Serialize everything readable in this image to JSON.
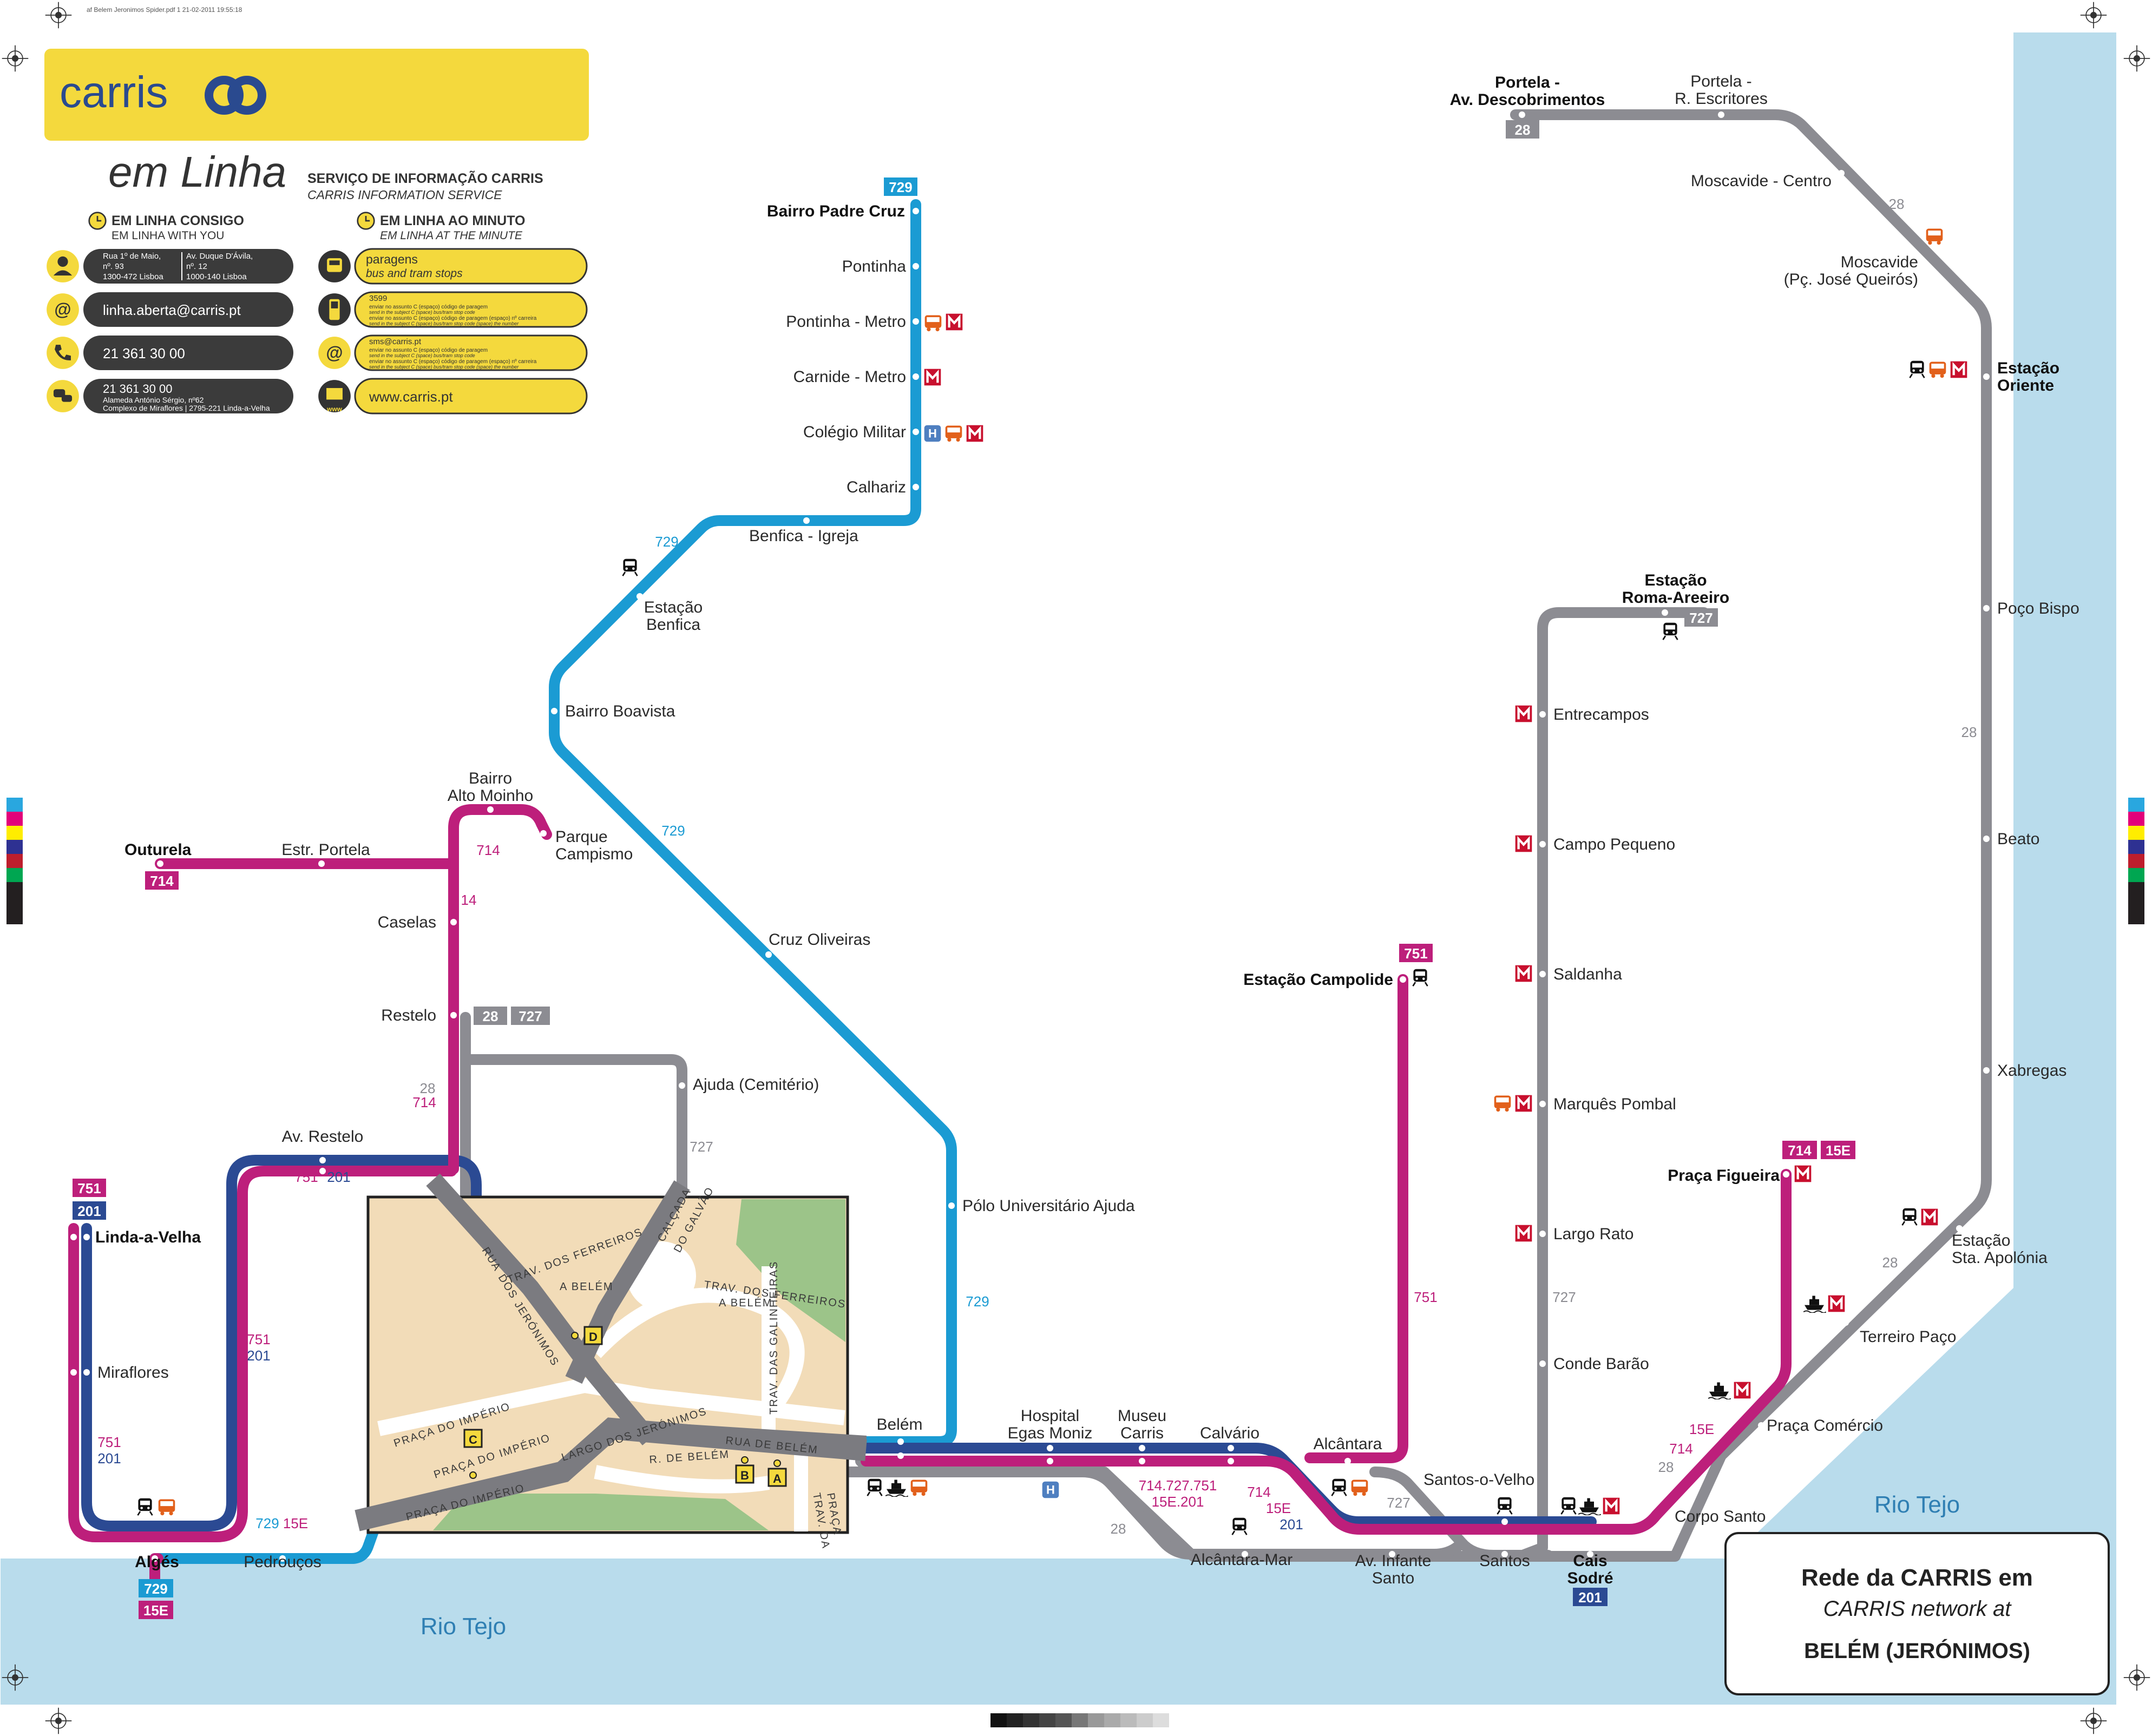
{
  "header_meta": "af Belem Jeronimos Spider.pdf   1   21-02-2011   19:55:18",
  "colors": {
    "water": "#b9dcec",
    "line_729": "#1b9bd3",
    "line_714": "#bd1f7b",
    "line_201": "#2b4a93",
    "line_28": "#8c8c92",
    "brand_yellow": "#f4d93d",
    "brand_blue": "#2a4a8f",
    "inset_bg": "#f2dcb8",
    "inset_green": "#9cc489"
  },
  "brand": {
    "logo": "carris",
    "em_linha_logo": "em Linha",
    "service_title": "SERVIÇO DE INFORMAÇÃO CARRIS",
    "service_subtitle": "CARRIS INFORMATION SERVICE",
    "consigo_title": "EM LINHA CONSIGO",
    "consigo_sub": "EM LINHA WITH YOU",
    "minuto_title": "EM LINHA AO MINUTO",
    "minuto_sub": "EM LINHA AT THE MINUTE",
    "addr1_l1": "Rua 1º de Maio,",
    "addr1_l2": "nº. 93",
    "addr1_l3": "1300-472 Lisboa",
    "addr2_l1": "Av. Duque D'Ávila,",
    "addr2_l2": "nº. 12",
    "addr2_l3": "1000-140 Lisboa",
    "email": "linha.aberta@carris.pt",
    "phone": "21 361 30 00",
    "office_phone": "21 361 30 00",
    "office_l1": "Alameda António Sérgio, nº62",
    "office_l2": "Complexo de Miraflores | 2795-221 Linda-a-Velha",
    "paragens": "paragens",
    "paragens_sub": "bus and tram stops",
    "sms3599_num": "3599",
    "sms3599_l1": "enviar no assunto C (espaço) código de paragem",
    "sms3599_l2": "send in the subject C (space) bus/tram stop code",
    "sms3599_l3": "enviar no assunto C (espaço) código de paragem (espaço) nº carreira",
    "sms3599_l4": "send in the subject C (space) bus/tram stop code (space) the number",
    "smsmail": "sms@carris.pt",
    "smsmail_l1": "enviar no assunto C (espaço) código de paragem",
    "smsmail_l2": "send in the subject C (space) bus/tram stop code",
    "smsmail_l3": "enviar no assunto C (espaço) código de paragem (espaço) nº carreira",
    "smsmail_l4": "send in the subject C (space) bus/tram stop code (space) the number",
    "web": "www.carris.pt",
    "www_icon": "www"
  },
  "badges": {
    "b729": "729",
    "b714": "714",
    "b751": "751",
    "b201": "201",
    "b28": "28",
    "b727": "727",
    "b15e": "15E",
    "hospital": "H",
    "inset_a": "A",
    "inset_b": "B",
    "inset_c": "C",
    "inset_d": "D"
  },
  "stations": {
    "bairro_padre_cruz": "Bairro Padre Cruz",
    "pontinha": "Pontinha",
    "pontinha_metro": "Pontinha - Metro",
    "carnide_metro": "Carnide - Metro",
    "colegio_militar": "Colégio Militar",
    "calhariz": "Calhariz",
    "benfica_igreja": "Benfica - Igreja",
    "estacao_benfica_l1": "Estação",
    "estacao_benfica_l2": "Benfica",
    "bairro_boavista": "Bairro Boavista",
    "cruz_oliveiras": "Cruz Oliveiras",
    "polo_universitario": "Pólo Universitário Ajuda",
    "belem": "Belém",
    "hospital_l1": "Hospital",
    "hospital_l2": "Egas Moniz",
    "museu_l1": "Museu",
    "museu_l2": "Carris",
    "calvario": "Calvário",
    "alcantara": "Alcântara",
    "alcantara_mar": "Alcântara-Mar",
    "av_infante_l1": "Av. Infante",
    "av_infante_l2": "Santo",
    "santos": "Santos",
    "santos_velho": "Santos-o-Velho",
    "cais_sodre_l1": "Cais",
    "cais_sodre_l2": "Sodré",
    "corpo_santo": "Corpo Santo",
    "praca_comercio": "Praça Comércio",
    "terreiro_paco": "Terreiro Paço",
    "sta_apolonia_l1": "Estação",
    "sta_apolonia_l2": "Sta. Apolónia",
    "xabregas": "Xabregas",
    "beato": "Beato",
    "poco_bispo": "Poço Bispo",
    "oriente_l1": "Estação",
    "oriente_l2": "Oriente",
    "moscavide_l1": "Moscavide",
    "moscavide_l2": "(Pç. José Queirós)",
    "moscavide_centro": "Moscavide - Centro",
    "portela_escr_l1": "Portela -",
    "portela_escr_l2": "R. Escritores",
    "portela_desc_l1": "Portela -",
    "portela_desc_l2": "Av. Descobrimentos",
    "roma_areeiro_l1": "Estação",
    "roma_areeiro_l2": "Roma-Areeiro",
    "entrecampos": "Entrecampos",
    "campo_pequeno": "Campo Pequeno",
    "saldanha": "Saldanha",
    "marques_pombal": "Marquês Pombal",
    "largo_rato": "Largo Rato",
    "conde_barao": "Conde Barão",
    "estacao_campolide": "Estação Campolide",
    "praca_figueira": "Praça Figueira",
    "outurela": "Outurela",
    "estr_portela": "Estr. Portela",
    "bairro_alto_moinho_l1": "Bairro",
    "bairro_alto_moinho_l2": "Alto Moinho",
    "parque_campismo_l1": "Parque",
    "parque_campismo_l2": "Campismo",
    "caselas": "Caselas",
    "restelo": "Restelo",
    "ajuda_cemiterio": "Ajuda (Cemitério)",
    "av_restelo": "Av. Restelo",
    "linda_a_velha": "Linda-a-Velha",
    "miraflores": "Miraflores",
    "alges": "Algés",
    "pedroucos": "Pedrouços"
  },
  "line_labels": {
    "l729": "729",
    "l714": "714",
    "l14": "14",
    "l28": "28",
    "l727": "727",
    "l751": "751",
    "l201": "201",
    "l15e": "15E",
    "calvario_lines_a": "714.727.751",
    "calvario_lines_b": "15E.201"
  },
  "inset_streets": {
    "rua_jeronimos_l1": "RUA",
    "rua_jeronimos_l2": "DOS",
    "rua_jeronimos_l3": "JERÓNIMOS",
    "trav_ferreiros": "TRAV. DOS FERREIROS",
    "a_belem": "A BELÉM",
    "calcada_galvao_l1": "CALÇADA",
    "calcada_galvao_l2": "DO GALVÃO",
    "trav_ferreiros2": "TRAV. DOS FERREIROS",
    "a_belem2": "A BELÉM",
    "trav_galinheiras": "TRAV. DAS GALINHEIRAS",
    "praca_imperio1": "PRAÇA DO IMPÉRIO",
    "praca_imperio2": "PRAÇA DO IMPÉRIO",
    "praca_imperio3": "PRAÇA DO IMPÉRIO",
    "largo_jeronimos": "LARGO DOS JERÓNIMOS",
    "r_belem": "R. DE BELÉM",
    "rua_de_belem": "RUA DE BELÉM",
    "trav_praca_l1": "TRAV. DA",
    "trav_praca_l2": "PRAÇA"
  },
  "rivers": {
    "left": "Rio Tejo",
    "right": "Rio Tejo"
  },
  "legend": {
    "title": "Rede da CARRIS em",
    "subtitle": "CARRIS network at",
    "place": "BELÉM (JERÓNIMOS)"
  },
  "icons": [
    "train-icon",
    "bus-icon",
    "metro-icon",
    "ferry-icon",
    "hospital-icon",
    "registration-mark-icon",
    "color-bar-icon"
  ]
}
